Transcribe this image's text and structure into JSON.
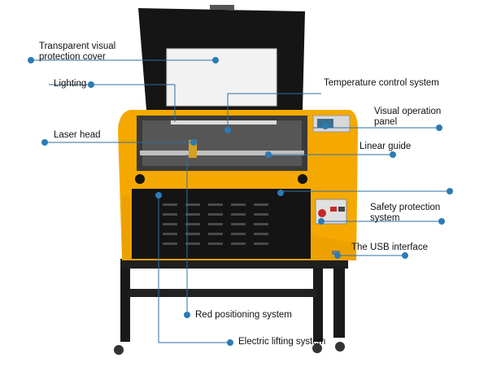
{
  "colors": {
    "body_yellow": "#f5a800",
    "body_dark": "#d98a00",
    "panel_black": "#141414",
    "leader_blue": "#2f6fa3",
    "dot_blue": "#2c7bb6"
  },
  "labels": {
    "cover": [
      "Transparent visual",
      "protection cover"
    ],
    "lighting": "Lighting",
    "laser_head": "Laser head",
    "temperature": "Temperature control system",
    "visual_panel": [
      "Visual operation",
      "panel"
    ],
    "linear_guide": "Linear guide",
    "safety": [
      "Safety protection",
      "system"
    ],
    "usb": "The USB interface",
    "red_positioning": "Red positioning system",
    "electric_lifting": "Electric lifting system"
  }
}
